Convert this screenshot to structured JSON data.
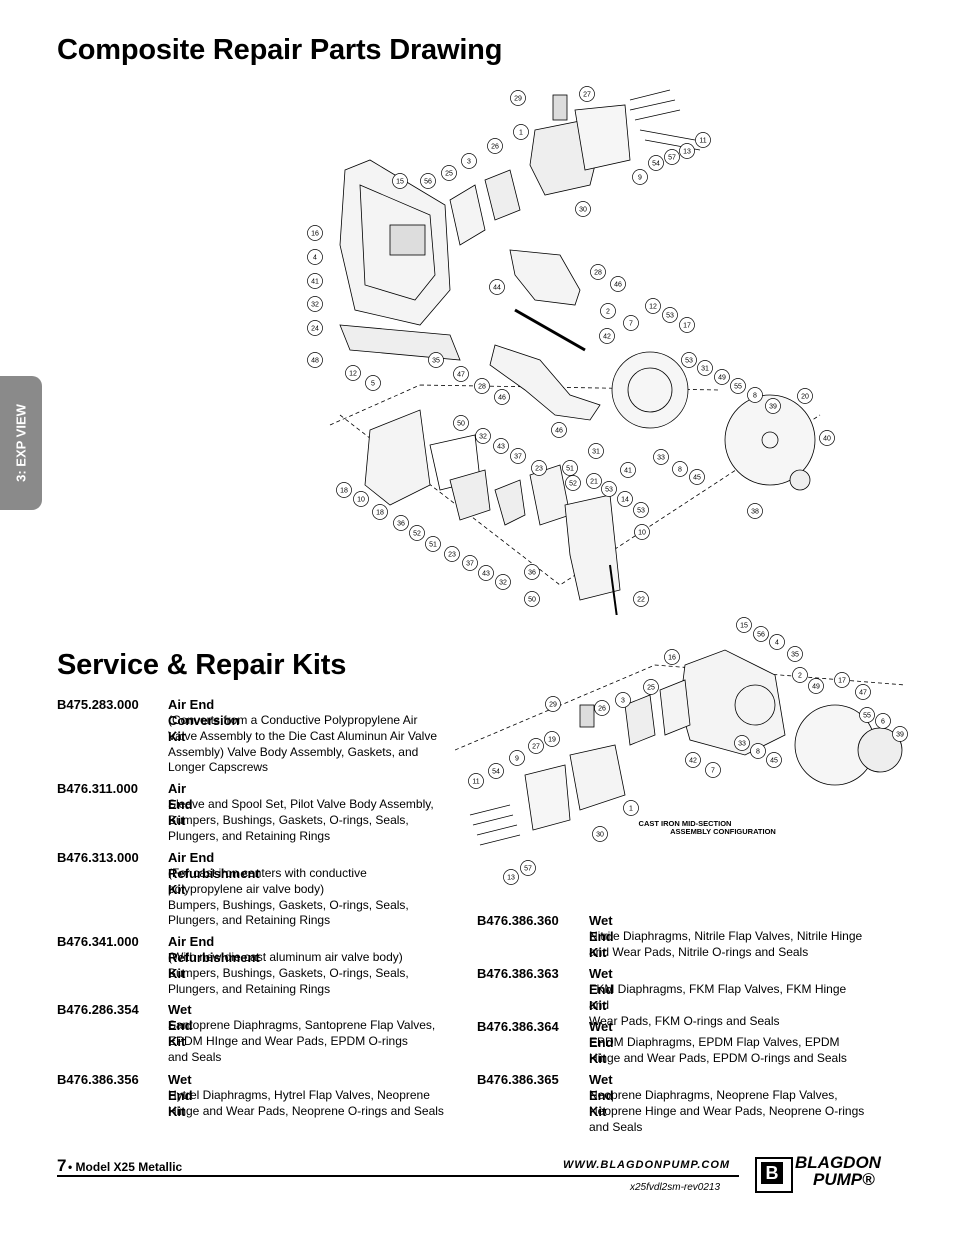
{
  "titles": {
    "drawing": "Composite Repair Parts Drawing",
    "kits": "Service & Repair Kits"
  },
  "side_tab": "3: EXP VIEW",
  "diagram1_callouts": [
    "29",
    "27",
    "1",
    "26",
    "3",
    "25",
    "15",
    "56",
    "16",
    "4",
    "41",
    "32",
    "24",
    "48",
    "12",
    "5",
    "35",
    "9",
    "54",
    "57",
    "13",
    "11",
    "30",
    "28",
    "46",
    "44",
    "2",
    "7",
    "12",
    "53",
    "17",
    "42",
    "47",
    "28",
    "46",
    "53",
    "31",
    "49",
    "55",
    "8",
    "39",
    "20",
    "40",
    "50",
    "32",
    "43",
    "37",
    "23",
    "51",
    "52",
    "21",
    "53",
    "14",
    "53",
    "10",
    "36",
    "52",
    "51",
    "23",
    "37",
    "43",
    "32",
    "36",
    "50",
    "22",
    "18",
    "10",
    "18",
    "41",
    "33",
    "8",
    "45",
    "38",
    "31",
    "46"
  ],
  "diagram2_callouts": [
    "15",
    "56",
    "4",
    "35",
    "16",
    "2",
    "49",
    "17",
    "47",
    "25",
    "3",
    "29",
    "26",
    "19",
    "27",
    "9",
    "55",
    "6",
    "39",
    "42",
    "7",
    "33",
    "8",
    "45",
    "54",
    "11",
    "1",
    "30",
    "57",
    "13"
  ],
  "diagram2_label": "CAST IRON MID-SECTION\nASSEMBLY CONFIGURATION",
  "kits_left": [
    {
      "num": "B475.283.000",
      "name": "Air End Conversion Kit",
      "desc": "(Converts from a Conductive Polypropylene Air\nValve Assembly to the Die Cast Aluminun Air Valve\nAssembly) Valve Body Assembly, Gaskets, and\nLonger Capscrews"
    },
    {
      "num": "B476.311.000",
      "name": "Air End Kit",
      "desc": "Sleeve and Spool Set, Pilot Valve Body Assembly,\nBumpers, Bushings, Gaskets, O-rings,  Seals,\nPlungers, and Retaining Rings"
    },
    {
      "num": "B476.313.000",
      "name": "Air End Refurbishment Kit",
      "desc": "(For cast iron centers with conductive\npolypropylene air valve body)\nBumpers, Bushings, Gaskets, O-rings,  Seals,\nPlungers, and Retaining Rings"
    },
    {
      "num": "B476.341.000",
      "name": "Air End Refurbishment Kit",
      "desc": "(With new die cast aluminum air valve body)\nBumpers, Bushings, Gaskets, O-rings,  Seals,\nPlungers, and Retaining Rings"
    },
    {
      "num": "B476.286.354",
      "name": "Wet End Kit",
      "desc": "Santoprene Diaphragms, Santoprene Flap Valves,\nEPDM HInge and Wear Pads, EPDM O-rings\nand Seals"
    },
    {
      "num": "B476.386.356",
      "name": "Wet End Kit",
      "desc": "Hytrel Diaphragms, Hytrel Flap Valves, Neoprene\nHinge and Wear Pads, Neoprene O-rings and Seals"
    }
  ],
  "kits_right": [
    {
      "num": "B476.386.360",
      "name": "Wet End Kit",
      "desc": "Nitrile Diaphragms, Nitrile Flap Valves, Nitrile Hinge\nand Wear Pads, Nitrile O-rings and Seals"
    },
    {
      "num": "B476.386.363",
      "name": "Wet End Kit",
      "desc": "FKM Diaphragms, FKM Flap Valves, FKM Hinge and\nWear Pads, FKM O-rings and Seals"
    },
    {
      "num": "B476.386.364",
      "name": "Wet End Kit",
      "desc": "EPDM Diaphragms, EPDM Flap Valves, EPDM\nHinge and Wear Pads, EPDM O-rings and Seals"
    },
    {
      "num": "B476.386.365",
      "name": "Wet End Kit",
      "desc": "Neoprene Diaphragms, Neoprene Flap Valves,\nNeoprene Hinge and Wear Pads, Neoprene O-rings\nand Seals"
    }
  ],
  "footer": {
    "page_number": "7",
    "model": "• Model X25 Metallic",
    "url": "WWW.BLAGDONPUMP.COM",
    "doc_id": "x25fvdl2sm-rev0213",
    "logo_line1": "BLAGDON",
    "logo_line2": "PUMP®",
    "logo_letter": "B"
  }
}
